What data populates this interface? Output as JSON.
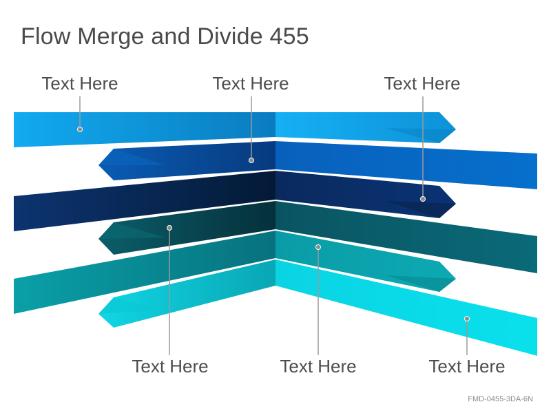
{
  "title": "Flow Merge and Divide 455",
  "labels": {
    "top_left": "Text Here",
    "top_middle": "Text Here",
    "top_right": "Text Here",
    "bottom_left": "Text Here",
    "bottom_middle": "Text Here",
    "bottom_right": "Text Here"
  },
  "footer_code": "FMD-0455-3DA-6N",
  "colors": {
    "band1": "#0ea2e6",
    "band2": "#0569c8",
    "band3": "#0c2f6a",
    "band4": "#0a5a66",
    "band5": "#0a9aa6",
    "band6": "#08d8e6"
  }
}
